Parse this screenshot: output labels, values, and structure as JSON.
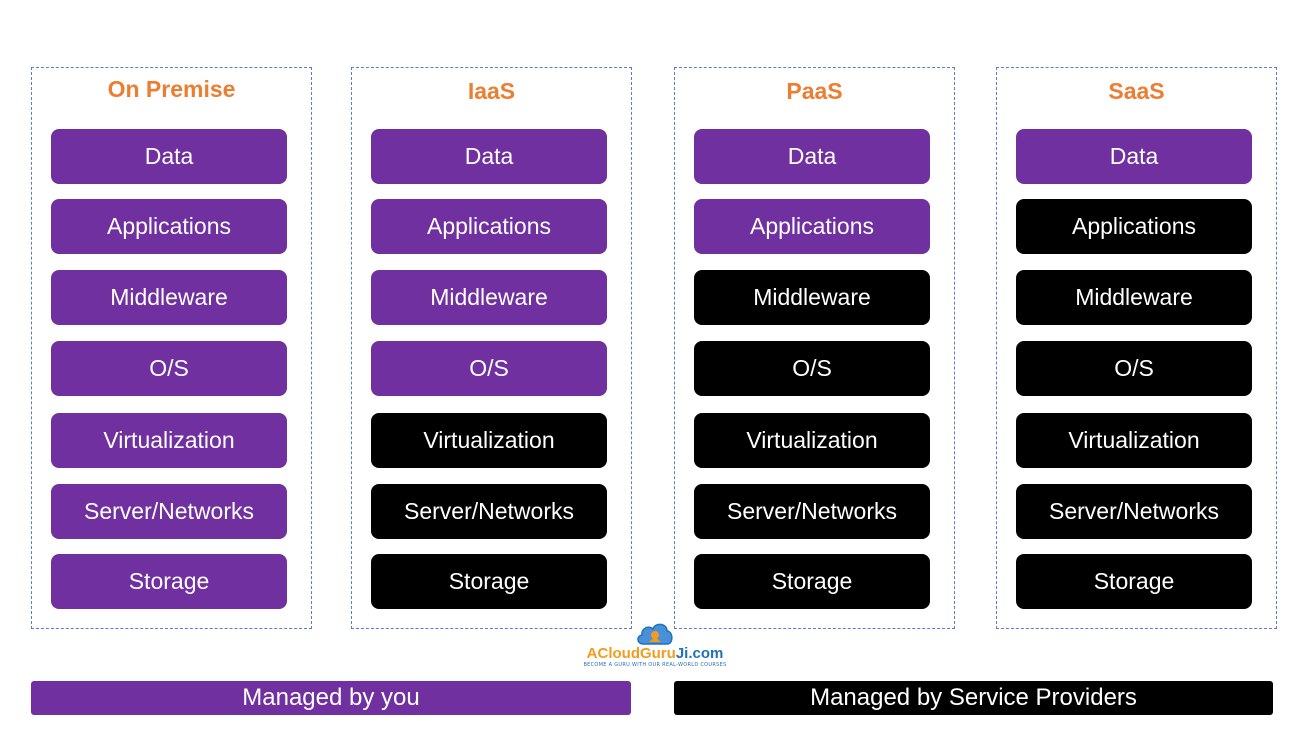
{
  "colors": {
    "you": "#7030a0",
    "provider": "#000000",
    "title": "#ed7d31",
    "logo_orange": "#f29b1f",
    "logo_blue": "#1f73b7"
  },
  "columns": [
    {
      "title": "On Premise",
      "layers": [
        {
          "label": "Data",
          "managed_by": "you"
        },
        {
          "label": "Applications",
          "managed_by": "you"
        },
        {
          "label": "Middleware",
          "managed_by": "you"
        },
        {
          "label": "O/S",
          "managed_by": "you"
        },
        {
          "label": "Virtualization",
          "managed_by": "you"
        },
        {
          "label": "Server/Networks",
          "managed_by": "you"
        },
        {
          "label": "Storage",
          "managed_by": "you"
        }
      ]
    },
    {
      "title": "IaaS",
      "layers": [
        {
          "label": "Data",
          "managed_by": "you"
        },
        {
          "label": "Applications",
          "managed_by": "you"
        },
        {
          "label": "Middleware",
          "managed_by": "you"
        },
        {
          "label": "O/S",
          "managed_by": "you"
        },
        {
          "label": "Virtualization",
          "managed_by": "provider"
        },
        {
          "label": "Server/Networks",
          "managed_by": "provider"
        },
        {
          "label": "Storage",
          "managed_by": "provider"
        }
      ]
    },
    {
      "title": "PaaS",
      "layers": [
        {
          "label": "Data",
          "managed_by": "you"
        },
        {
          "label": "Applications",
          "managed_by": "you"
        },
        {
          "label": "Middleware",
          "managed_by": "provider"
        },
        {
          "label": "O/S",
          "managed_by": "provider"
        },
        {
          "label": "Virtualization",
          "managed_by": "provider"
        },
        {
          "label": "Server/Networks",
          "managed_by": "provider"
        },
        {
          "label": "Storage",
          "managed_by": "provider"
        }
      ]
    },
    {
      "title": "SaaS",
      "layers": [
        {
          "label": "Data",
          "managed_by": "you"
        },
        {
          "label": "Applications",
          "managed_by": "provider"
        },
        {
          "label": "Middleware",
          "managed_by": "provider"
        },
        {
          "label": "O/S",
          "managed_by": "provider"
        },
        {
          "label": "Virtualization",
          "managed_by": "provider"
        },
        {
          "label": "Server/Networks",
          "managed_by": "provider"
        },
        {
          "label": "Storage",
          "managed_by": "provider"
        }
      ]
    }
  ],
  "legend": {
    "you": "Managed by you",
    "provider": "Managed by Service Providers"
  },
  "logo": {
    "brand_part1": "ACloudGuru",
    "brand_part2": "Ji",
    "brand_part3": ".com",
    "tagline": "BECOME A GURU WITH OUR REAL-WORLD COURSES",
    "icon": "cloud-guru-icon"
  }
}
